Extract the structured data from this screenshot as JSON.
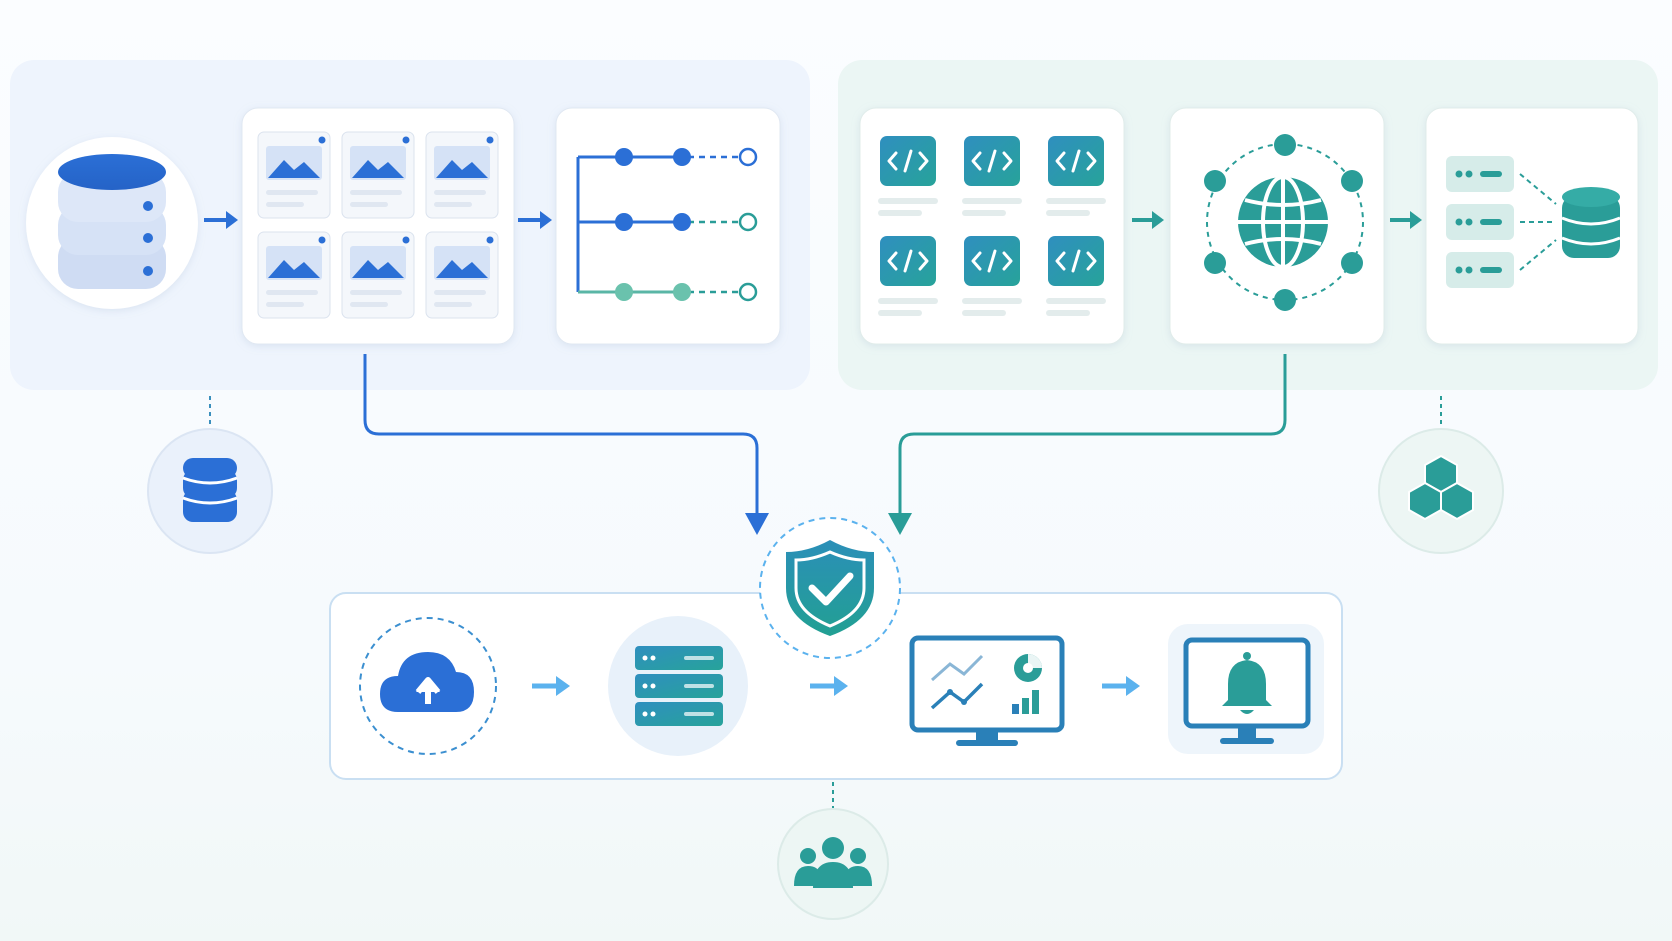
{
  "colors": {
    "blue": "#2b6fd6",
    "blue_light": "#dbe6f8",
    "blue_panel": "#eef4fd",
    "teal": "#2a9d98",
    "teal_dark": "#1f8c88",
    "teal_light": "#d8eeec",
    "teal_panel": "#ebf6f4",
    "arrow_light": "#5bb2ee",
    "card_border": "#dfe8f1"
  },
  "pipelines": {
    "left": {
      "name": "image-data-pipeline",
      "steps": [
        "database-icon",
        "image-gallery-icon",
        "tree-branch-icon"
      ]
    },
    "right": {
      "name": "code-services-pipeline",
      "steps": [
        "code-snippets-icon",
        "network-globe-icon",
        "data-storage-icon"
      ]
    },
    "bottom": {
      "name": "deployment-pipeline",
      "steps": [
        "cloud-upload-icon",
        "server-rack-icon",
        "analytics-monitor-icon",
        "notification-monitor-icon"
      ]
    }
  },
  "side_nodes": [
    "database-icon",
    "cubes-icon",
    "users-icon"
  ],
  "center_node": "security-shield-icon"
}
